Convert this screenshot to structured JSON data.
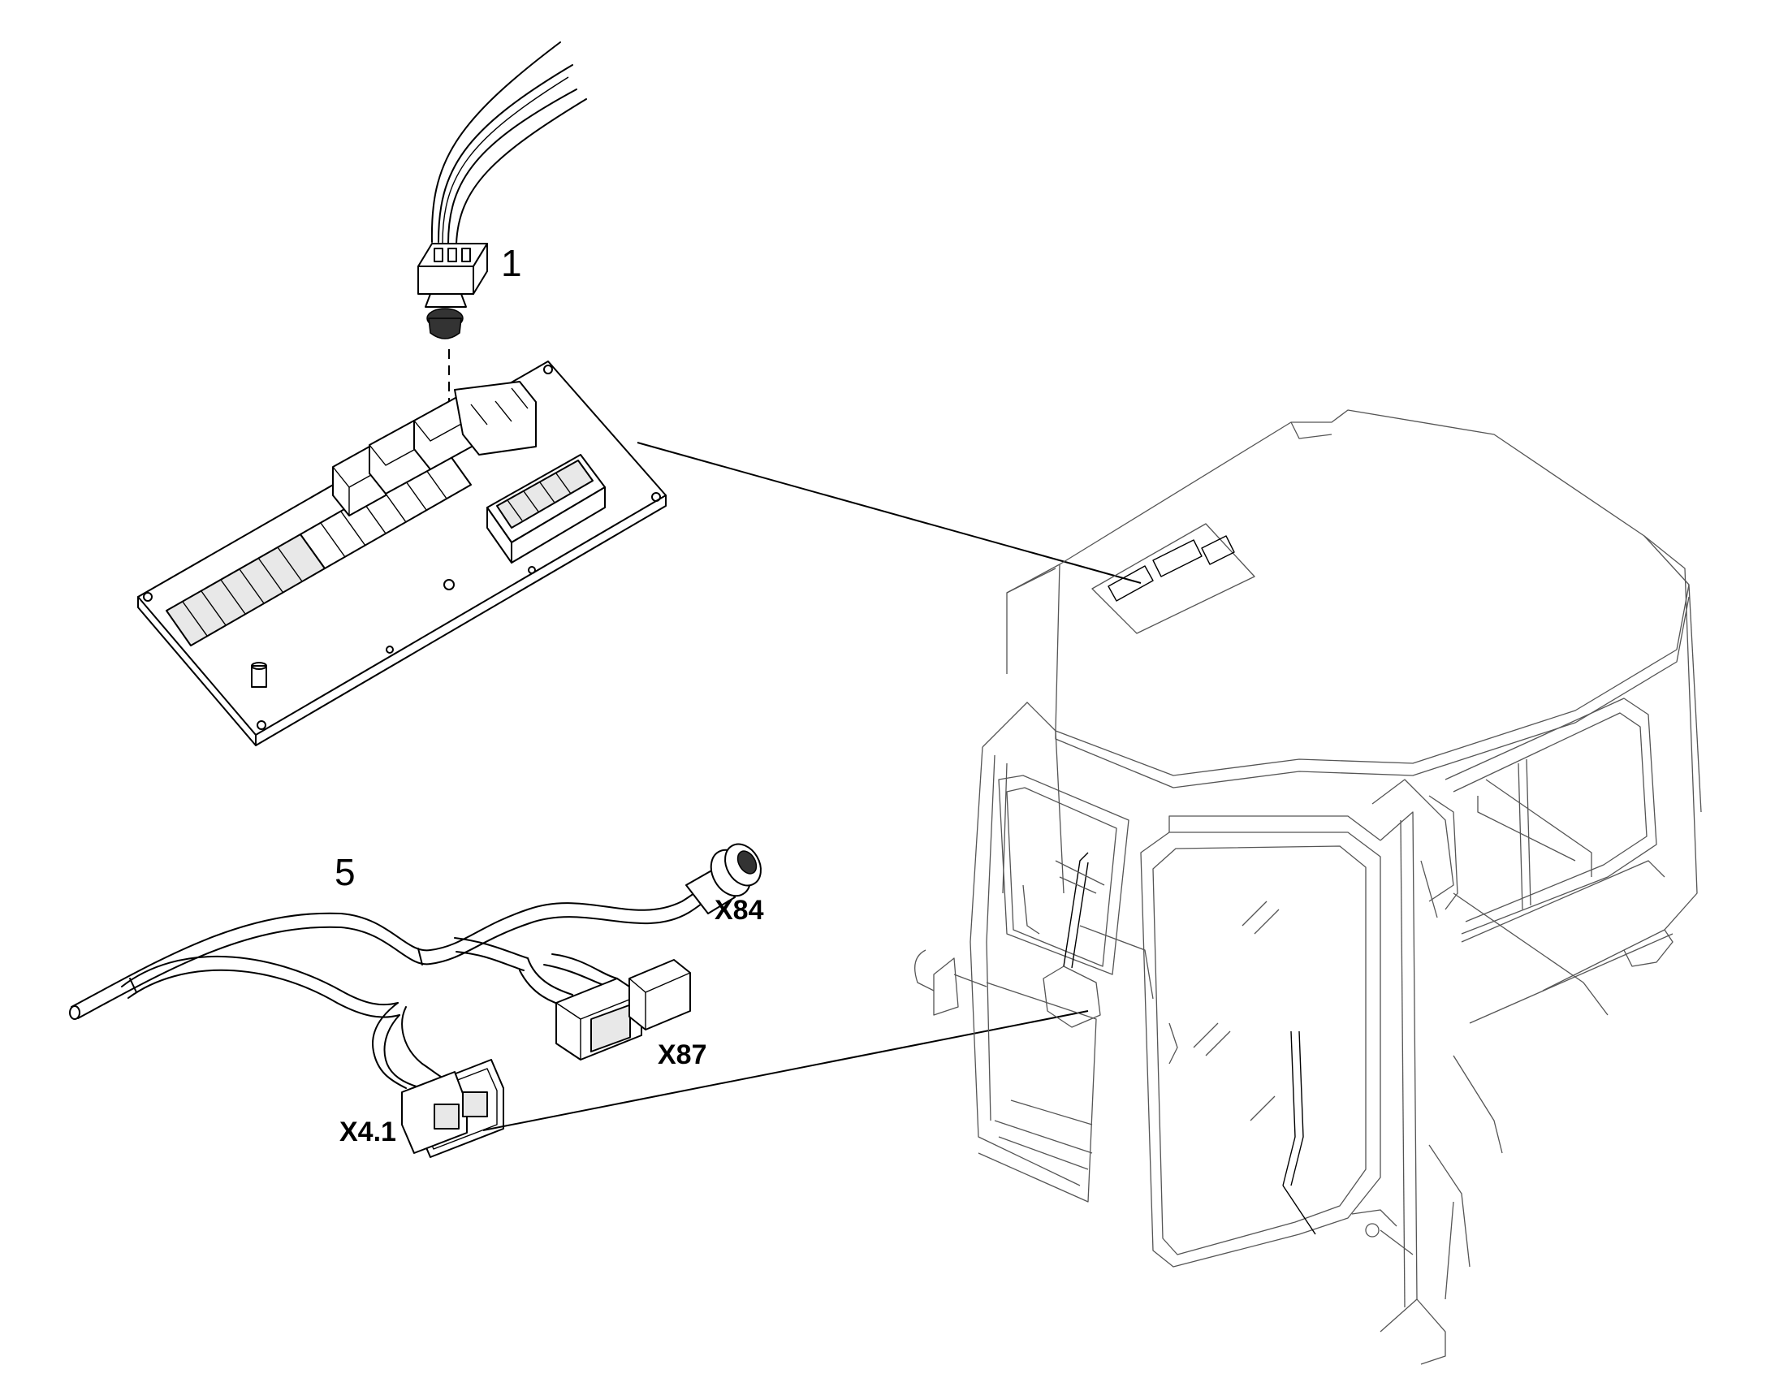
{
  "labels": {
    "item_1": "1",
    "item_5": "5",
    "connector_x84": "X84",
    "connector_x87": "X87",
    "connector_x41": "X4.1"
  },
  "colors": {
    "line": "#000000",
    "background": "#ffffff",
    "panel_fill": "#e8e8e8"
  }
}
